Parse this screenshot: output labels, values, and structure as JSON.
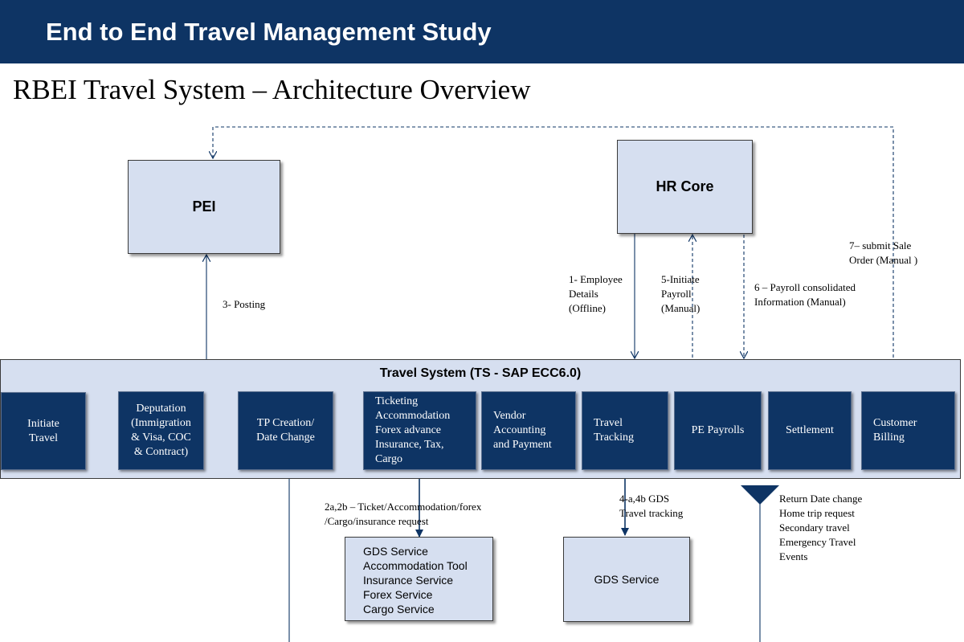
{
  "header": {
    "title": "End to End Travel Management Study",
    "subtitle": "RBEI Travel System – Architecture Overview"
  },
  "nodes": {
    "pei": "PEI",
    "hr_core": "HR Core",
    "travel_system": "Travel System (TS - SAP ECC6.0)",
    "gds_service": "GDS Service"
  },
  "process_steps": [
    {
      "lines": [
        "Initiate",
        "Travel"
      ]
    },
    {
      "lines": [
        "Deputation",
        "(Immigration",
        "& Visa, COC",
        "& Contract)"
      ]
    },
    {
      "lines": [
        "TP Creation/",
        "Date Change"
      ]
    },
    {
      "lines": [
        "Ticketing",
        "Accommodation",
        "Forex advance",
        "Insurance, Tax,",
        "Cargo"
      ]
    },
    {
      "lines": [
        "Vendor",
        "Accounting",
        "and Payment"
      ]
    },
    {
      "lines": [
        "Travel",
        "Tracking"
      ]
    },
    {
      "lines": [
        "PE Payrolls"
      ]
    },
    {
      "lines": [
        "Settlement"
      ]
    },
    {
      "lines": [
        "Customer",
        "Billing"
      ]
    }
  ],
  "services": [
    "GDS Service",
    "Accommodation Tool",
    "Insurance Service",
    "Forex Service",
    "Cargo Service"
  ],
  "flow_labels": {
    "posting": [
      "3- Posting"
    ],
    "employee_details": [
      "1- Employee",
      "Details",
      "(Offline)"
    ],
    "initiate_payroll": [
      "5-Initiate",
      "Payroll",
      "(Manual)"
    ],
    "payroll_consolidated": [
      "6 – Payroll consolidated",
      "Information (Manual)"
    ],
    "submit_sale_order": [
      "7– submit Sale",
      "Order (Manual )"
    ],
    "ticket_request": [
      "2a,2b – Ticket/Accommodation/forex",
      "/Cargo/insurance  request"
    ],
    "gds_tracking": [
      "4-a,4b GDS",
      "Travel tracking"
    ],
    "events": [
      "Return Date change",
      "Home trip request",
      "Secondary travel",
      "Emergency Travel",
      "Events"
    ]
  },
  "colors": {
    "banner": "#0e3464",
    "step_fill": "#0e3464",
    "box_fill": "#d6dff0",
    "connector": "#0e3464"
  }
}
